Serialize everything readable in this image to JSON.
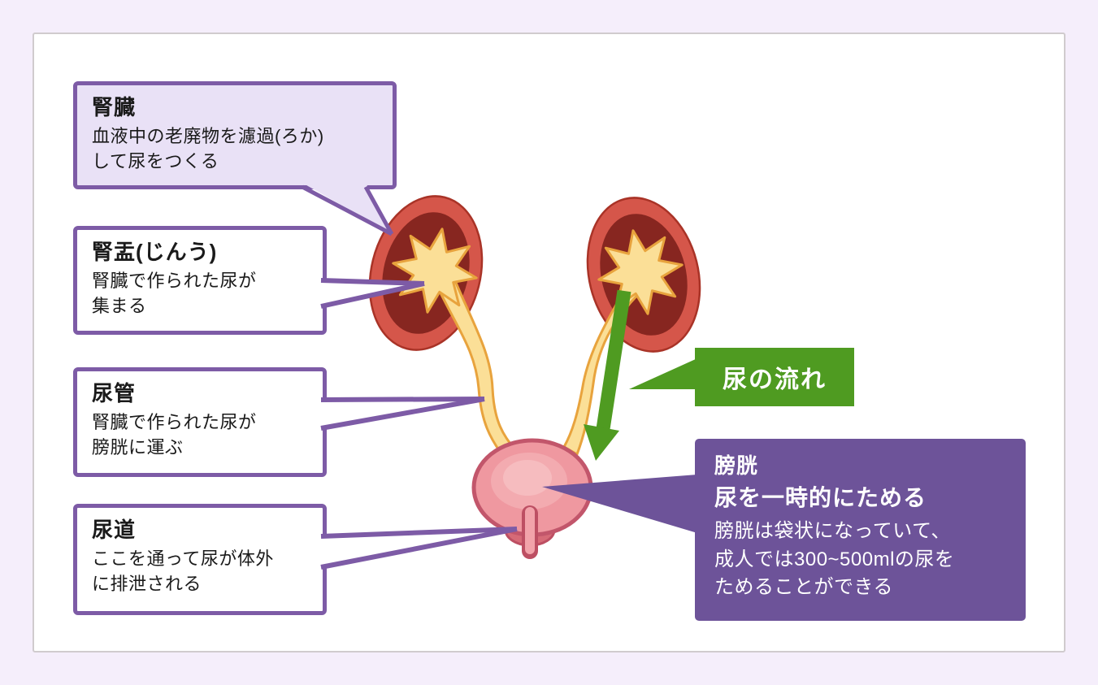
{
  "page": {
    "bg": "#f5eefb",
    "panel_bg": "#ffffff",
    "panel_border": "#d0cbce"
  },
  "colors": {
    "accent_purple": "#7d5ba6",
    "deep_purple": "#6d5399",
    "lavender_fill": "#e9e1f6",
    "flow_green": "#4f9b21",
    "kidney_cortex_red": "#d5564a",
    "kidney_medulla_red": "#872620",
    "pelvis_yellow": "#fbdf97",
    "pelvis_outline_orange": "#e8a33d",
    "bladder_pink": "#ef98a0",
    "bladder_outline": "#c2566b"
  },
  "callouts": {
    "kidney": {
      "title": "腎臓",
      "body": "血液中の老廃物を濾過(ろか)\nして尿をつくる"
    },
    "renal_pelvis": {
      "title": "腎盂(じんう)",
      "body": "腎臓で作られた尿が\n集まる"
    },
    "ureter": {
      "title": "尿管",
      "body": "腎臓で作られた尿が\n膀胱に運ぶ"
    },
    "urethra": {
      "title": "尿道",
      "body": "ここを通って尿が体外\nに排泄される"
    },
    "urine_flow": {
      "label": "尿の流れ"
    },
    "bladder": {
      "title": "膀胱",
      "subtitle": "尿を一時的にためる",
      "body": "膀胱は袋状になっていて、\n成人では300~500mlの尿を\nためることができる"
    }
  }
}
